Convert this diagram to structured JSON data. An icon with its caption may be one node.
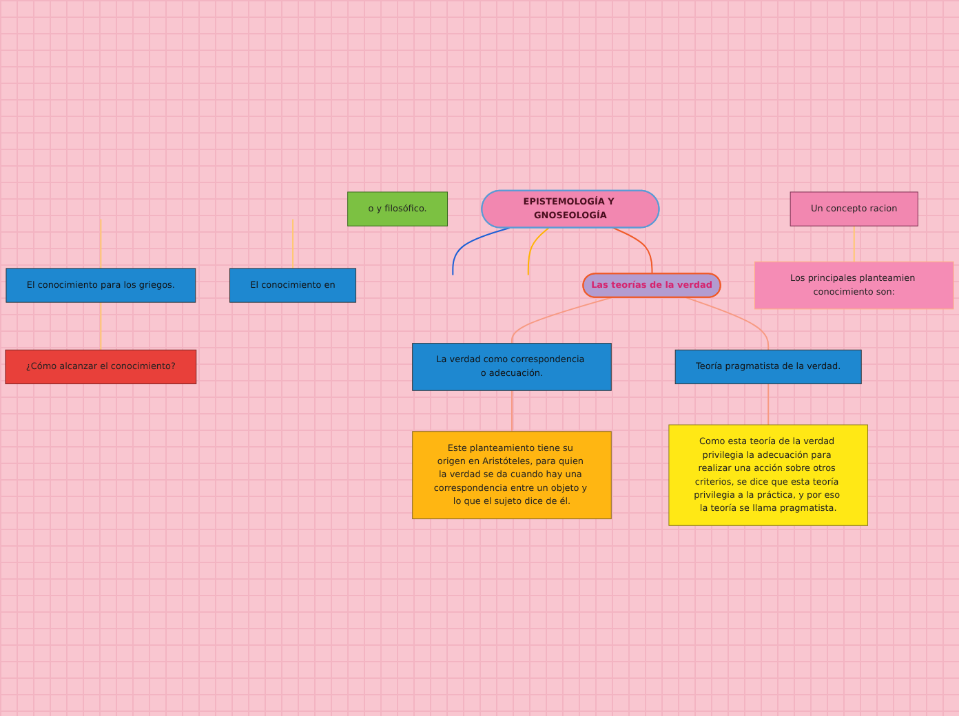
{
  "diagram": {
    "nodes": [
      {
        "text": [
          "EPISTEMOLOGÍA Y GNOSEOLOGÍA"
        ]
      },
      {
        "text": [
          "Las teorías de la verdad"
        ]
      },
      {
        "text": [
          "La verdad como correspondencia o adecuación."
        ]
      },
      {
        "text": [
          "Teoría pragmatista de la verdad."
        ]
      },
      {
        "text": [
          "Este planteamiento tiene su origen en Aristóteles, para quien la verdad se da cuando hay una correspondencia entre un objeto y lo que el sujeto dice de él."
        ]
      },
      {
        "text": [
          "Como esta teoría de la verdad privilegia la adecuación para realizar una acción sobre otros criterios, se dice que esta teoría privilegia a la práctica, y por eso la teoría se llama pragmatista."
        ]
      },
      {
        "text": [
          "El conocimiento para los griegos."
        ]
      },
      {
        "text": [
          "El conocimiento en"
        ]
      },
      {
        "text": [
          "¿Cómo alcanzar el conocimiento?"
        ]
      },
      {
        "text": [
          "Un concepto racion"
        ]
      },
      {
        "text": [
          "Los principales planteamien conocimiento son:"
        ]
      },
      {
        "text": [
          "o y filosófico."
        ]
      }
    ],
    "edges": [
      {
        "from": 0,
        "to": null,
        "arrow": "none",
        "color": "#1a5fd6"
      },
      {
        "from": 0,
        "to": null,
        "arrow": "none",
        "color": "#ffb300"
      },
      {
        "from": 0,
        "to": 1,
        "arrow": "none",
        "color": "#f05a28"
      },
      {
        "from": 1,
        "to": 2,
        "arrow": "none"
      },
      {
        "from": 1,
        "to": 3,
        "arrow": "none"
      },
      {
        "from": 2,
        "to": 4,
        "arrow": "none"
      },
      {
        "from": 3,
        "to": 5,
        "arrow": "none"
      },
      {
        "from": null,
        "to": 6,
        "arrow": "none",
        "color": "#ffc870"
      },
      {
        "from": null,
        "to": 7,
        "arrow": "none",
        "color": "#ffc870"
      },
      {
        "from": 6,
        "to": 8,
        "arrow": "none",
        "color": "#ffc870"
      },
      {
        "from": 9,
        "to": 10,
        "arrow": "none",
        "color": "#ffc870"
      }
    ]
  }
}
